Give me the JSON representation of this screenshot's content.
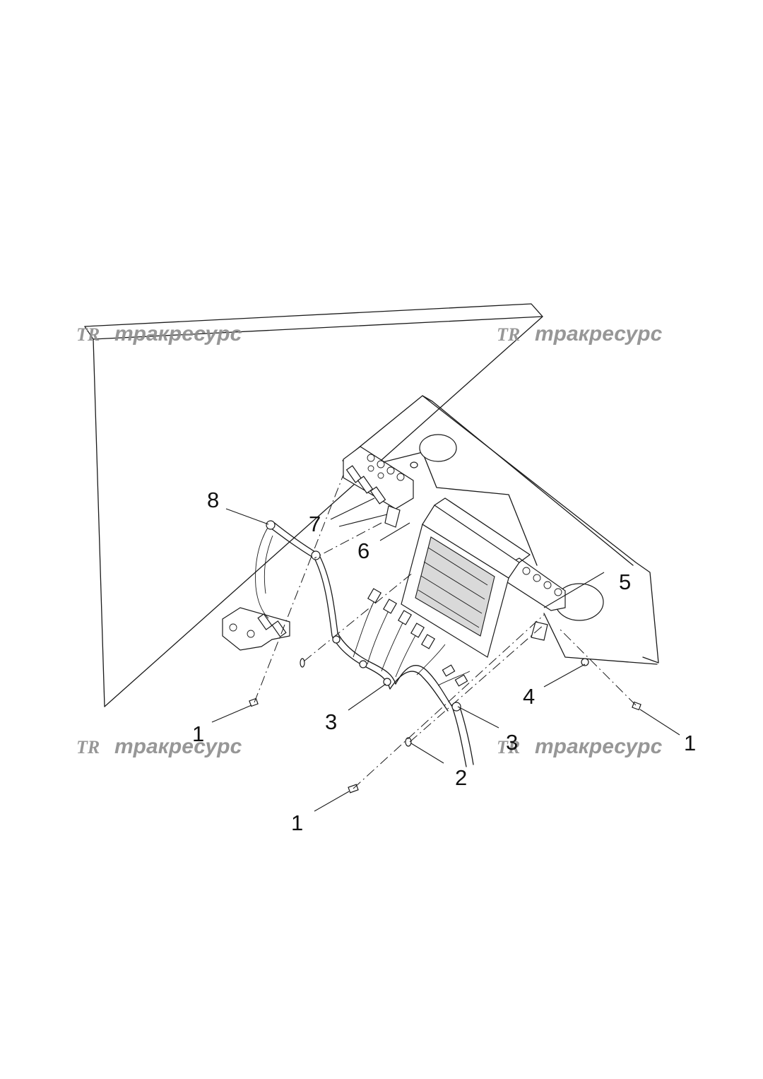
{
  "diagram": {
    "callouts": {
      "c1_left": "1",
      "c1_right": "1",
      "c1_bottom": "1",
      "c2": "2",
      "c3_left": "3",
      "c3_right": "3",
      "c4": "4",
      "c5": "5",
      "c6": "6",
      "c7": "7",
      "c8": "8"
    },
    "watermark": {
      "logo": "TR",
      "text": "тракресурс"
    }
  }
}
